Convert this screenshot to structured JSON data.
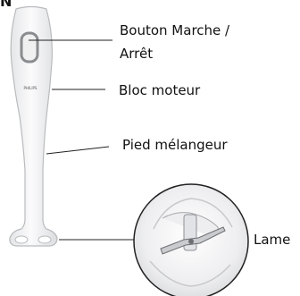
{
  "corner_letter": "N",
  "brand_mark": "PHILIPS",
  "labels": {
    "bouton_line1": "Bouton Marche /",
    "bouton_line2": "Arrêt",
    "bloc_moteur": "Bloc moteur",
    "pied_melangeur": "Pied mélangeur",
    "lame": "Lame"
  },
  "colors": {
    "body": "#f3f3f4",
    "outline": "#b9bbbe",
    "button": "#8a8c90",
    "leader_line": "#222222",
    "text": "#111111"
  }
}
